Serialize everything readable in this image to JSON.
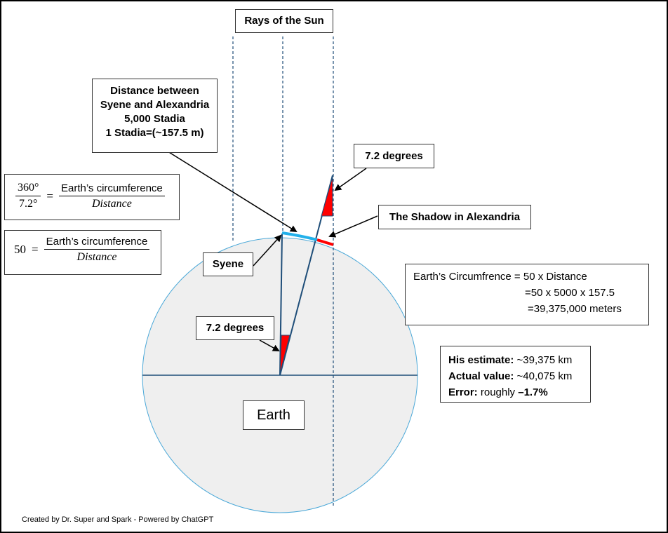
{
  "diagram": {
    "rays_label": "Rays of the Sun",
    "distance_box": {
      "line1": "Distance between",
      "line2": "Syene and Alexandria",
      "line3": "5,000 Stadia",
      "line4": "1 Stadia=(~157.5 m)"
    },
    "angle_top_label": "7.2 degrees",
    "shadow_label": "The Shadow in Alexandria",
    "syene_label": "Syene",
    "angle_center_label": "7.2 degrees",
    "earth_label": "Earth",
    "equation1": {
      "lhs_num": "360°",
      "lhs_den": "7.2°",
      "equals": "=",
      "rhs_num": "Earth’s circumference",
      "rhs_den": "Distance"
    },
    "equation2": {
      "lhs": "50",
      "equals": "=",
      "rhs_num": "Earth’s circumference",
      "rhs_den": "Distance"
    },
    "circumference_calc": {
      "line1": "Earth’s Circumfrence = 50 x Distance",
      "line2": "=50 x 5000 x 157.5",
      "line3": "=39,375,000 meters"
    },
    "estimate": {
      "his_label": "His estimate:",
      "his_value": "~39,375 km",
      "actual_label": "Actual value:",
      "actual_value": "~40,075 km",
      "error_label": "Error:",
      "error_prefix": "roughly",
      "error_value": "–1.7%"
    },
    "footer": "Created by Dr. Super and Spark - Powered by ChatGPT",
    "colors": {
      "earth_fill": "#efefef",
      "earth_outline": "#4aa8d8",
      "ray_line": "#1f4e79",
      "arc_syene_alexandria": "#22b0ea",
      "shadow_arc": "#ff0000",
      "angle_wedge": "#ff0000"
    }
  }
}
